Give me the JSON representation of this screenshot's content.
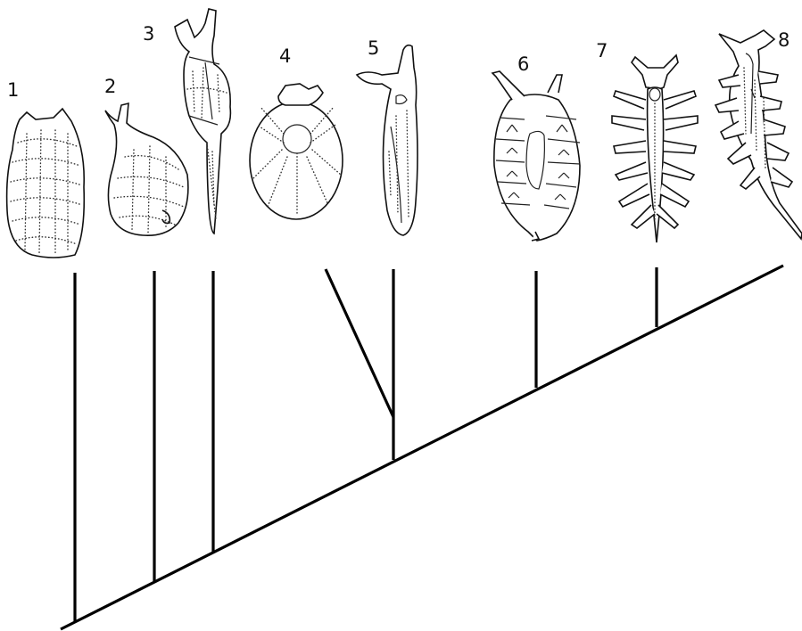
{
  "figure": {
    "taxa": [
      {
        "label": "1"
      },
      {
        "label": "2"
      },
      {
        "label": "3"
      },
      {
        "label": "4"
      },
      {
        "label": "5"
      },
      {
        "label": "6"
      },
      {
        "label": "7"
      },
      {
        "label": "8"
      }
    ],
    "colors": {
      "ink": "#000000",
      "background": "#ffffff"
    }
  }
}
